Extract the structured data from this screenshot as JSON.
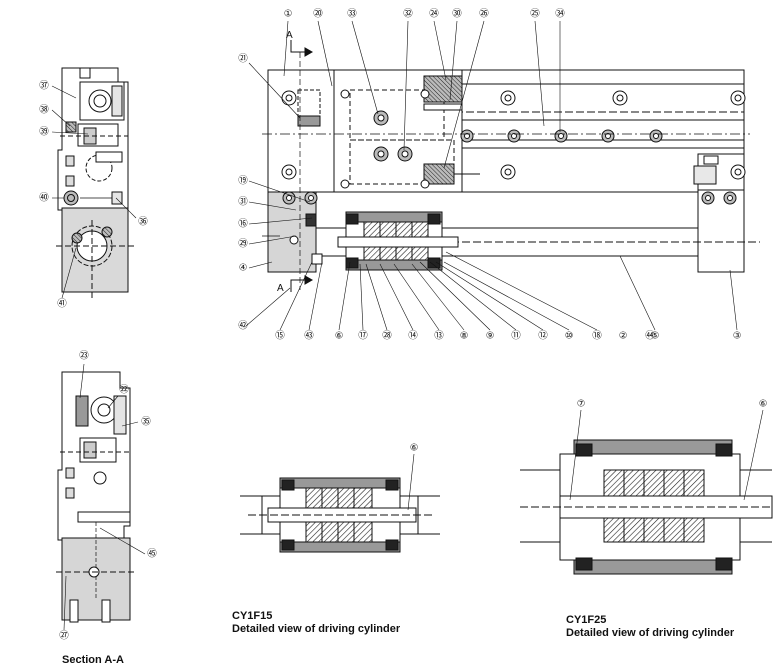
{
  "labels": {
    "1": "①",
    "2": "②",
    "3": "③",
    "4": "④",
    "5": "⑤",
    "6": "⑥",
    "7": "⑦",
    "8": "⑧",
    "9": "⑨",
    "10": "⑩",
    "11": "⑪",
    "12": "⑫",
    "13": "⑬",
    "14": "⑭",
    "15": "⑮",
    "16": "⑯",
    "17": "⑰",
    "18": "⑱",
    "19": "⑲",
    "20": "⑳",
    "21": "㉑",
    "22": "㉒",
    "23": "㉓",
    "24": "㉔",
    "25": "㉕",
    "26": "㉖",
    "27": "㉗",
    "28": "㉘",
    "29": "㉙",
    "30": "㉚",
    "31": "㉛",
    "32": "㉜",
    "33": "㉝",
    "34": "㉞",
    "35": "㉟",
    "36": "㊱",
    "37": "㊲",
    "38": "㊳",
    "39": "㊴",
    "40": "㊵",
    "41": "㊶",
    "42": "㊷",
    "43": "㊸",
    "44": "㊹",
    "45": "㊺"
  },
  "section_mark": "A",
  "captions": {
    "section": "Section A-A",
    "cy1f15_model": "CY1F15",
    "cy1f15_desc": "Detailed view of driving cylinder",
    "cy1f25_model": "CY1F25",
    "cy1f25_desc": "Detailed view of driving cylinder"
  },
  "colors": {
    "hatch": "#222222",
    "line": "#111111",
    "shade": "#d4d4d4",
    "dark": "#9a9a9a"
  }
}
